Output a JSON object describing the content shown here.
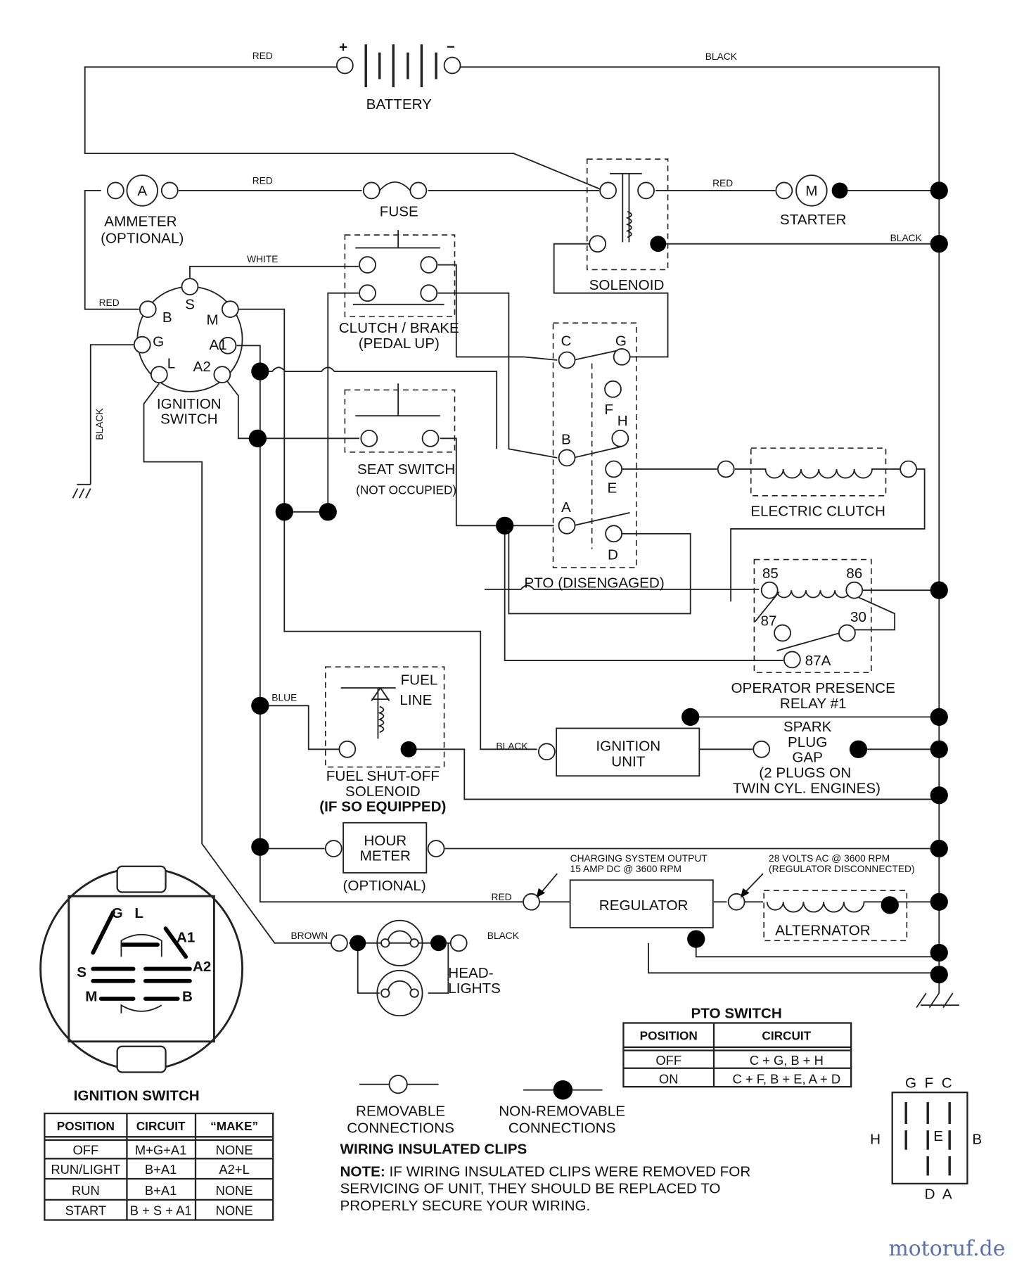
{
  "battery": {
    "label": "BATTERY",
    "plus": "+",
    "minus": "−",
    "left_wire": "RED",
    "right_wire": "BLACK"
  },
  "ammeter": {
    "symbol": "A",
    "label1": "AMMETER",
    "label2": "(OPTIONAL)",
    "wire": "RED"
  },
  "fuse": {
    "label": "FUSE"
  },
  "solenoid": {
    "label": "SOLENOID",
    "wire_out": "RED",
    "wire_ground": "BLACK"
  },
  "starter": {
    "symbol": "M",
    "label": "STARTER"
  },
  "ignition_switch": {
    "label1": "IGNITION",
    "label2": "SWITCH",
    "wire_white": "WHITE",
    "wire_red": "RED",
    "wire_black": "BLACK",
    "terminals": [
      "S",
      "B",
      "M",
      "G",
      "A1",
      "L",
      "A2"
    ]
  },
  "clutch_brake": {
    "label1": "CLUTCH / BRAKE",
    "label2": "(PEDAL UP)"
  },
  "seat_switch": {
    "label1": "SEAT SWITCH",
    "label2": "(NOT OCCUPIED)"
  },
  "pto": {
    "label": "PTO (DISENGAGED)",
    "terminals": [
      "C",
      "G",
      "F",
      "H",
      "B",
      "E",
      "A",
      "D"
    ]
  },
  "electric_clutch": {
    "label": "ELECTRIC CLUTCH"
  },
  "relay": {
    "label1": "OPERATOR PRESENCE",
    "label2": "RELAY #1",
    "terminals": [
      "85",
      "86",
      "87",
      "30",
      "87A"
    ]
  },
  "fuel_solenoid": {
    "line1": "FUEL",
    "line2": "LINE",
    "label1": "FUEL SHUT-OFF",
    "label2": "SOLENOID",
    "label3": "(IF SO EQUIPPED)",
    "wire": "BLUE"
  },
  "ignition_unit": {
    "label1": "IGNITION",
    "label2": "UNIT",
    "wire": "BLACK"
  },
  "spark_plug": {
    "l1": "SPARK",
    "l2": "PLUG",
    "l3": "GAP",
    "l4": "(2 PLUGS ON",
    "l5": "TWIN CYL. ENGINES)"
  },
  "hour_meter": {
    "label1": "HOUR",
    "label2": "METER",
    "label3": "(OPTIONAL)"
  },
  "regulator": {
    "label": "REGULATOR",
    "wire": "RED",
    "note1": "CHARGING SYSTEM OUTPUT",
    "note2": "15 AMP DC @ 3600 RPM"
  },
  "alternator": {
    "label": "ALTERNATOR",
    "note1": "28 VOLTS AC @ 3600 RPM",
    "note2": "(REGULATOR DISCONNECTED)"
  },
  "headlights": {
    "label1": "HEAD-",
    "label2": "LIGHTS",
    "wire_left": "BROWN",
    "wire_right": "BLACK"
  },
  "switch_face": {
    "labels": [
      "G",
      "L",
      "A1",
      "A2",
      "S",
      "M",
      "B"
    ]
  },
  "ignition_table": {
    "title": "IGNITION SWITCH",
    "headers": [
      "POSITION",
      "CIRCUIT",
      "“MAKE”"
    ],
    "rows": [
      [
        "OFF",
        "M+G+A1",
        "NONE"
      ],
      [
        "RUN/LIGHT",
        "B+A1",
        "A2+L"
      ],
      [
        "RUN",
        "B+A1",
        "NONE"
      ],
      [
        "START",
        "B + S + A1",
        "NONE"
      ]
    ]
  },
  "pto_table": {
    "title": "PTO SWITCH",
    "headers": [
      "POSITION",
      "CIRCUIT"
    ],
    "rows": [
      [
        "OFF",
        "C + G, B + H"
      ],
      [
        "ON",
        "C + F, B + E, A + D"
      ]
    ]
  },
  "legend": {
    "removable1": "REMOVABLE",
    "removable2": "CONNECTIONS",
    "nonremovable1": "NON-REMOVABLE",
    "nonremovable2": "CONNECTIONS"
  },
  "clips": {
    "title": "WIRING INSULATED CLIPS",
    "note_bold": "NOTE:",
    "note1": " IF WIRING INSULATED CLIPS WERE REMOVED FOR",
    "note2": "SERVICING OF UNIT, THEY SHOULD BE REPLACED TO",
    "note3": "PROPERLY SECURE YOUR WIRING."
  },
  "pto_connector": {
    "top": "G  F  C",
    "left": "H",
    "right": "B",
    "center": "E",
    "bottom": "D  A"
  },
  "watermark": "motoruf.de"
}
